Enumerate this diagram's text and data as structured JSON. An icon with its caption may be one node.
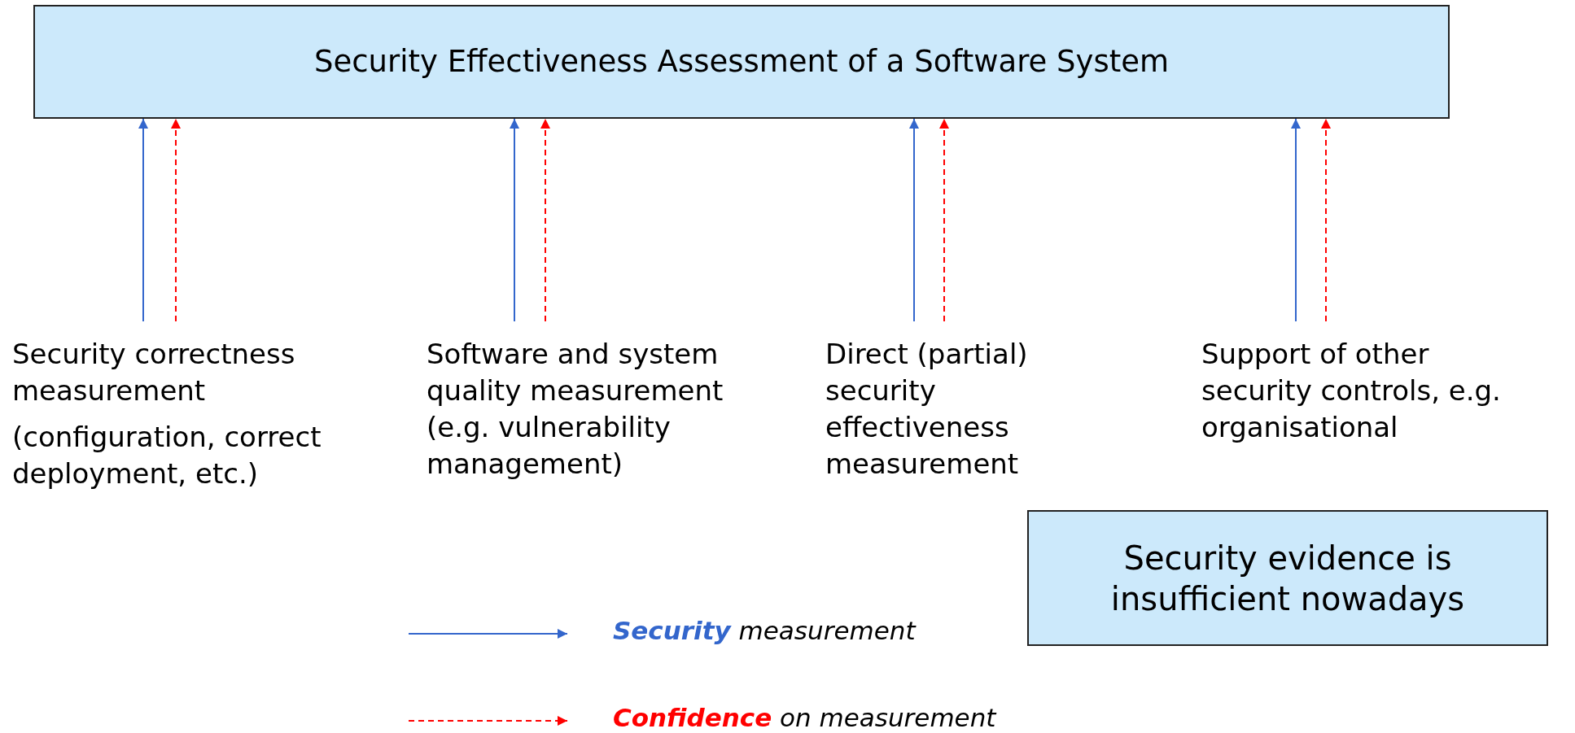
{
  "diagram": {
    "nodes": [
      {
        "text": [
          "Security Effectiveness Assessment of a Software System"
        ]
      },
      {
        "text": [
          "Security correctness measurement",
          "(configuration, correct deployment, etc.)"
        ]
      },
      {
        "text": [
          "Software and system quality measurement (e.g. vulnerability management)"
        ]
      },
      {
        "text": [
          "Direct (partial) security effectiveness measurement"
        ]
      },
      {
        "text": [
          "Support of other security controls, e.g. organisational"
        ]
      },
      {
        "text": [
          "Security evidence is insufficient nowadays"
        ]
      }
    ],
    "edges": [
      {
        "from": 1,
        "to": 0,
        "arrow": "to"
      },
      {
        "from": 1,
        "to": 0,
        "arrow": "to",
        "style": "dashed",
        "color": "#ff0000"
      },
      {
        "from": 2,
        "to": 0,
        "arrow": "to"
      },
      {
        "from": 2,
        "to": 0,
        "arrow": "to",
        "style": "dashed",
        "color": "#ff0000"
      },
      {
        "from": 3,
        "to": 0,
        "arrow": "to"
      },
      {
        "from": 3,
        "to": 0,
        "arrow": "to",
        "style": "dashed",
        "color": "#ff0000"
      },
      {
        "from": 4,
        "to": 0,
        "arrow": "to"
      },
      {
        "from": 4,
        "to": 0,
        "arrow": "to",
        "style": "dashed",
        "color": "#ff0000"
      }
    ],
    "legend": [
      {
        "text": "**Security** measurement"
      },
      {
        "text": "**Confidence** on measurement"
      }
    ]
  }
}
